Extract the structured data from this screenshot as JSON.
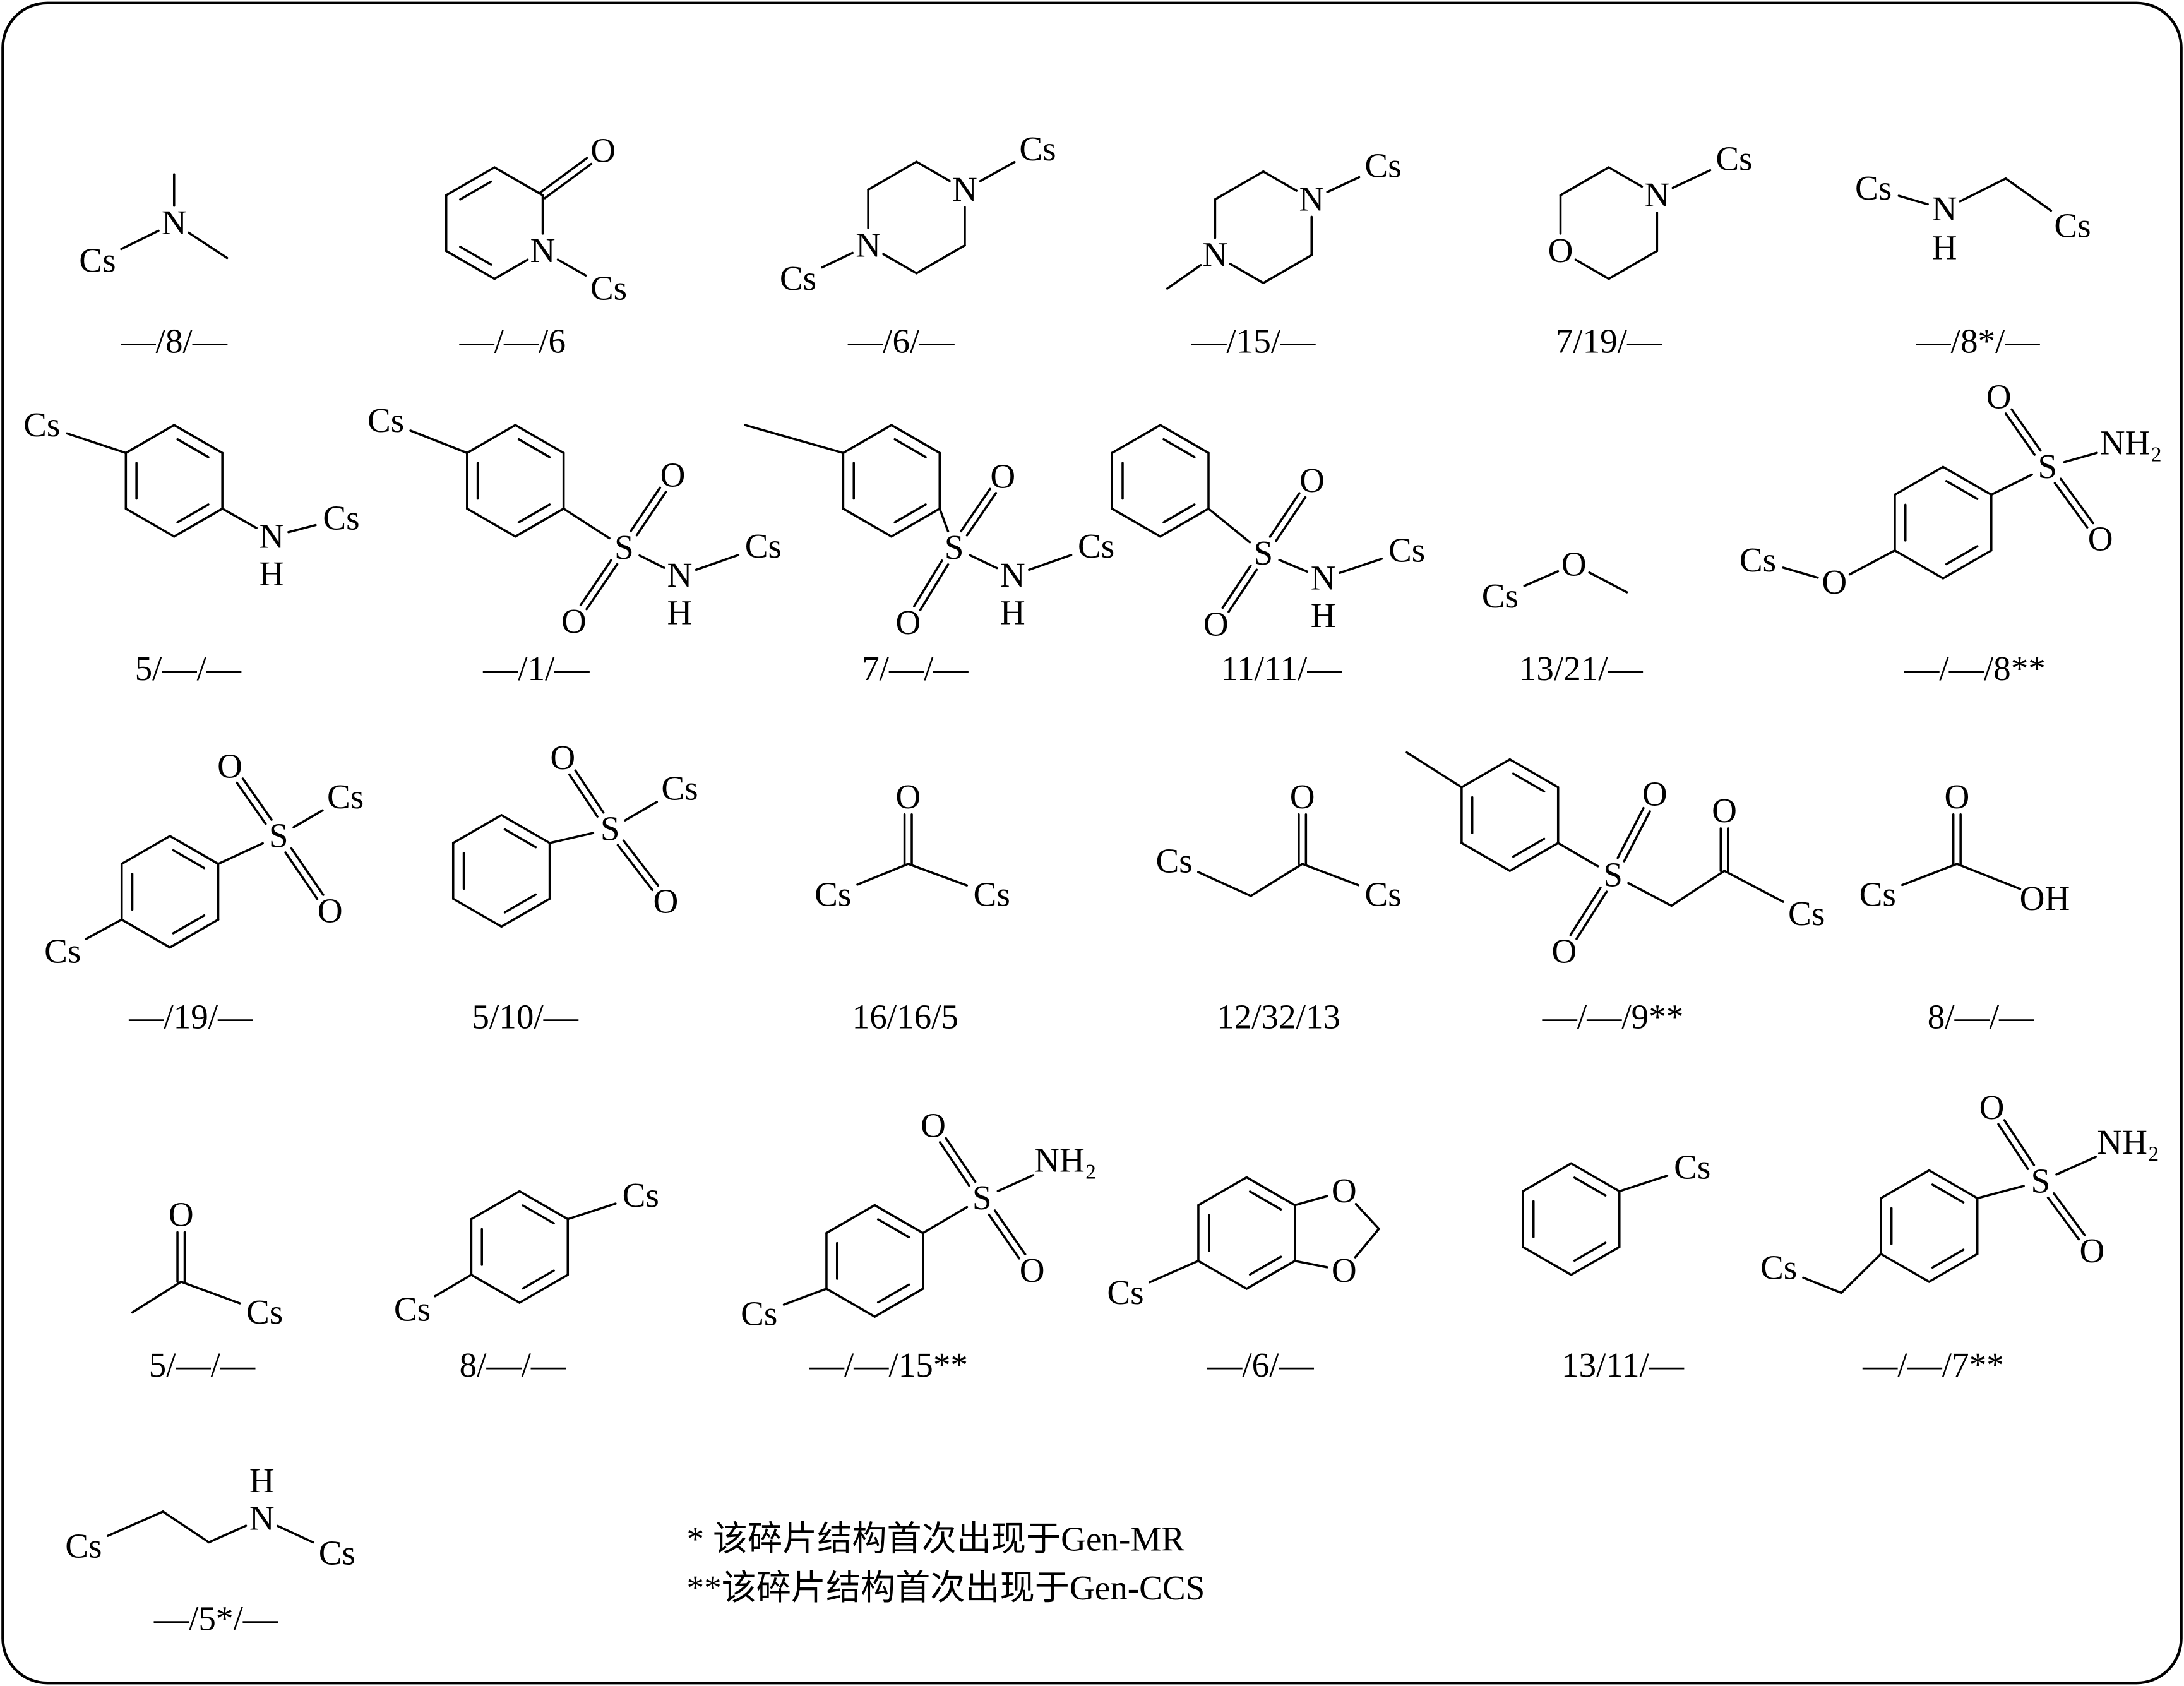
{
  "fragments": [
    {
      "label": "—/8/—",
      "atoms": [
        "N",
        "Cs"
      ]
    },
    {
      "label": "—/—/6",
      "atoms": [
        "N",
        "O",
        "Cs"
      ]
    },
    {
      "label": "—/6/—",
      "atoms": [
        "N",
        "N",
        "Cs",
        "Cs"
      ]
    },
    {
      "label": "—/15/—",
      "atoms": [
        "N",
        "N",
        "Cs"
      ]
    },
    {
      "label": "7/19/—",
      "atoms": [
        "N",
        "O",
        "Cs"
      ]
    },
    {
      "label": "—/8*/—",
      "atoms": [
        "Cs",
        "N",
        "H",
        "Cs"
      ]
    },
    {
      "label": "5/—/—",
      "atoms": [
        "Cs",
        "N",
        "H",
        "Cs"
      ]
    },
    {
      "label": "—/1/—",
      "atoms": [
        "Cs",
        "S",
        "O",
        "O",
        "N",
        "H",
        "Cs"
      ]
    },
    {
      "label": "7/—/—",
      "atoms": [
        "S",
        "O",
        "O",
        "N",
        "H",
        "Cs"
      ]
    },
    {
      "label": "11/11/—",
      "atoms": [
        "S",
        "O",
        "O",
        "N",
        "H",
        "Cs"
      ]
    },
    {
      "label": "13/21/—",
      "atoms": [
        "Cs",
        "O"
      ]
    },
    {
      "label": "—/—/8**",
      "atoms": [
        "O",
        "Cs",
        "S",
        "O",
        "O",
        "NH₂"
      ]
    },
    {
      "label": "—/19/—",
      "atoms": [
        "Cs",
        "S",
        "O",
        "O",
        "Cs"
      ]
    },
    {
      "label": "5/10/—",
      "atoms": [
        "S",
        "O",
        "O",
        "Cs"
      ]
    },
    {
      "label": "16/16/5",
      "atoms": [
        "O",
        "Cs",
        "Cs"
      ]
    },
    {
      "label": "12/32/13",
      "atoms": [
        "Cs",
        "O",
        "Cs"
      ]
    },
    {
      "label": "—/—/9**",
      "atoms": [
        "S",
        "O",
        "O",
        "O",
        "Cs"
      ]
    },
    {
      "label": "8/—/—",
      "atoms": [
        "Cs",
        "O",
        "OH"
      ]
    },
    {
      "label": "5/—/—",
      "atoms": [
        "O",
        "Cs"
      ]
    },
    {
      "label": "8/—/—",
      "atoms": [
        "Cs",
        "Cs"
      ]
    },
    {
      "label": "—/—/15**",
      "atoms": [
        "Cs",
        "S",
        "O",
        "O",
        "NH₂"
      ]
    },
    {
      "label": "—/6/—",
      "atoms": [
        "O",
        "O",
        "Cs"
      ]
    },
    {
      "label": "13/11/—",
      "atoms": [
        "Cs"
      ]
    },
    {
      "label": "—/—/7**",
      "atoms": [
        "Cs",
        "S",
        "O",
        "O",
        "NH₂"
      ]
    },
    {
      "label": "—/5*/—",
      "atoms": [
        "Cs",
        "N",
        "H",
        "Cs"
      ]
    }
  ],
  "legend": [
    "*  该碎片结构首次出现于Gen-MR",
    "**该碎片结构首次出现于Gen-CCS"
  ]
}
